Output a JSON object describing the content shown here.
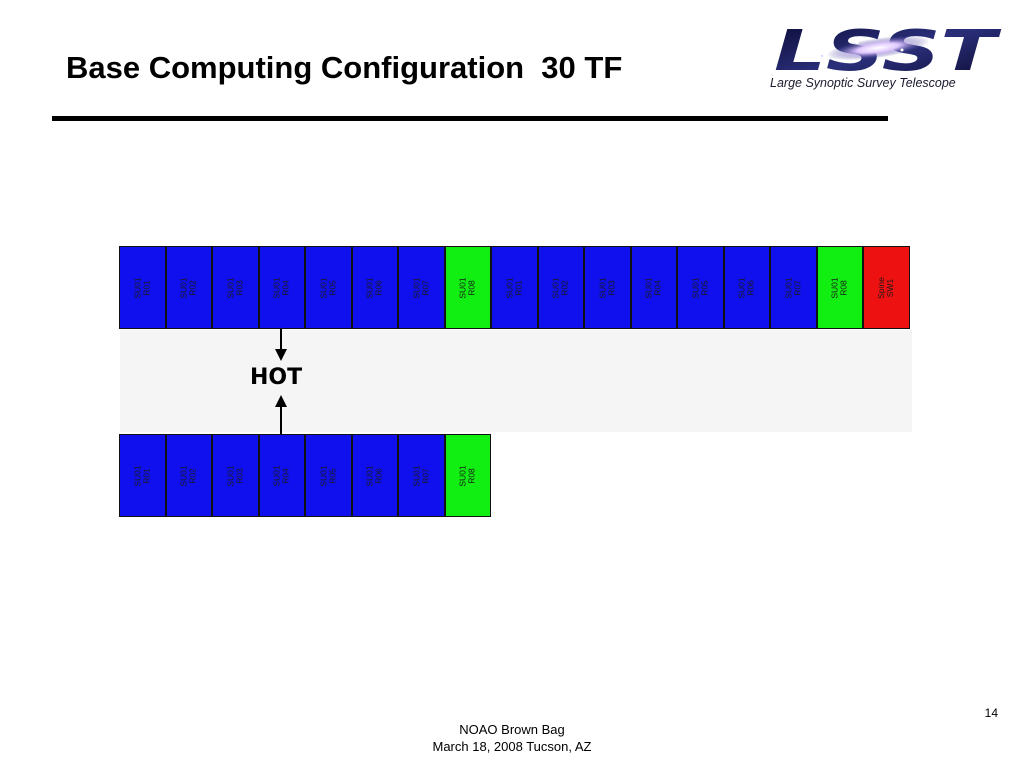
{
  "slide": {
    "title": "Base Computing Configuration  30 TF",
    "page_number": "14"
  },
  "logo": {
    "wordmark": "LSST",
    "tagline": "Large Synoptic Survey Telescope"
  },
  "colors": {
    "compute_rack": "#1010ee",
    "service_rack": "#11ee11",
    "spine_switch": "#ee1111"
  },
  "diagram": {
    "top_row": [
      {
        "label": "SU01\nR01",
        "kind": "compute"
      },
      {
        "label": "SU01\nR02",
        "kind": "compute"
      },
      {
        "label": "SU01\nR03",
        "kind": "compute"
      },
      {
        "label": "SU01\nR04",
        "kind": "compute"
      },
      {
        "label": "SU01\nR05",
        "kind": "compute"
      },
      {
        "label": "SU01\nR06",
        "kind": "compute"
      },
      {
        "label": "SU01\nR07",
        "kind": "compute"
      },
      {
        "label": "SU01\nR08",
        "kind": "service"
      },
      {
        "label": "SU01\nR01",
        "kind": "compute"
      },
      {
        "label": "SU01\nR02",
        "kind": "compute"
      },
      {
        "label": "SU01\nR03",
        "kind": "compute"
      },
      {
        "label": "SU01\nR04",
        "kind": "compute"
      },
      {
        "label": "SU01\nR05",
        "kind": "compute"
      },
      {
        "label": "SU01\nR06",
        "kind": "compute"
      },
      {
        "label": "SU01\nR07",
        "kind": "compute"
      },
      {
        "label": "SU01\nR08",
        "kind": "service"
      },
      {
        "label": "Spine\nSW1",
        "kind": "spine"
      }
    ],
    "bottom_row": [
      {
        "label": "SU01\nR01",
        "kind": "compute"
      },
      {
        "label": "SU01\nR02",
        "kind": "compute"
      },
      {
        "label": "SU01\nR03",
        "kind": "compute"
      },
      {
        "label": "SU01\nR04",
        "kind": "compute"
      },
      {
        "label": "SU01\nR05",
        "kind": "compute"
      },
      {
        "label": "SU01\nR06",
        "kind": "compute"
      },
      {
        "label": "SU01\nR07",
        "kind": "compute"
      },
      {
        "label": "SU01\nR08",
        "kind": "service"
      }
    ],
    "aisle_label": "HOT"
  },
  "footer": {
    "line1": "NOAO Brown Bag",
    "line2": "March 18, 2008 Tucson, AZ"
  }
}
